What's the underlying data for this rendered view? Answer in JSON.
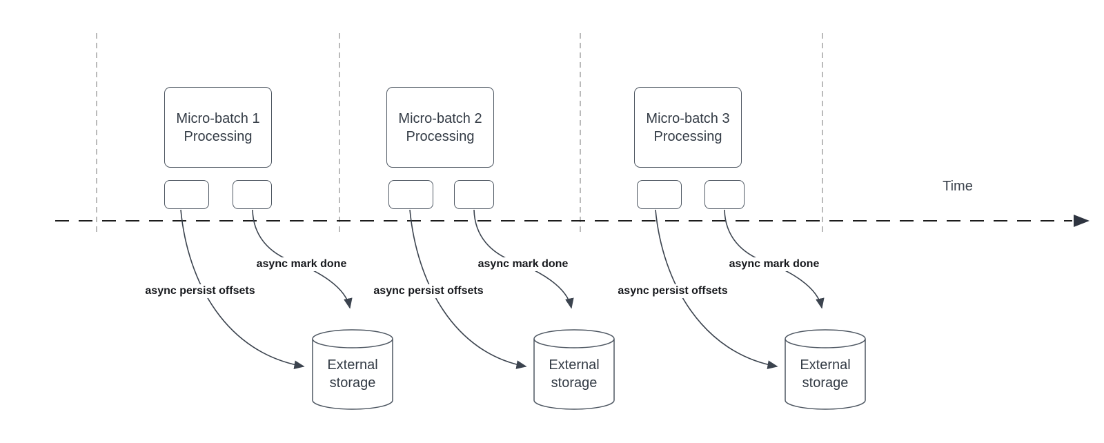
{
  "diagram": {
    "time_label": "Time",
    "batches": [
      {
        "title": "Micro-batch 1\nProcessing",
        "persist_label": "async persist offsets",
        "mark_label": "async mark done",
        "storage_label": "External\nstorage"
      },
      {
        "title": "Micro-batch 2\nProcessing",
        "persist_label": "async persist offsets",
        "mark_label": "async mark done",
        "storage_label": "External\nstorage"
      },
      {
        "title": "Micro-batch 3\nProcessing",
        "persist_label": "async persist offsets",
        "mark_label": "async mark done",
        "storage_label": "External\nstorage"
      }
    ],
    "colors": {
      "shape_border": "#4d5661",
      "shape_text": "#333b45",
      "async_label_text": "#16181c",
      "arrow": "#3b434e",
      "timeline": "#1c1c1c",
      "interval_gridline": "#a3a3a3"
    }
  }
}
